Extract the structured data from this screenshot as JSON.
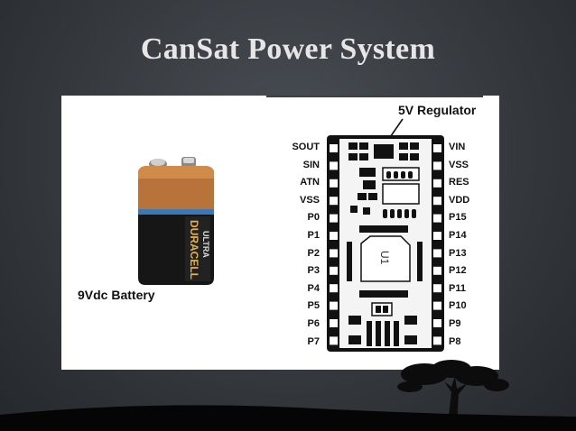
{
  "slide": {
    "title": "CanSat Power System"
  },
  "battery": {
    "label": "9Vdc Battery",
    "brand": "DURACELL",
    "line": "ULTRA"
  },
  "chip": {
    "regulator_label": "5V Regulator",
    "chip_mark": "U1",
    "left_pins": [
      "SOUT",
      "SIN",
      "ATN",
      "VSS",
      "P0",
      "P1",
      "P2",
      "P3",
      "P4",
      "P5",
      "P6",
      "P7"
    ],
    "right_pins": [
      "VIN",
      "VSS",
      "RES",
      "VDD",
      "P15",
      "P14",
      "P13",
      "P12",
      "P11",
      "P10",
      "P9",
      "P8"
    ]
  },
  "colors": {
    "background": "#35393e",
    "title": "#e6e6e6",
    "panel": "#ffffff",
    "battery_copper": "#b8733a",
    "battery_black": "#161616",
    "battery_blue": "#3b78b5"
  }
}
